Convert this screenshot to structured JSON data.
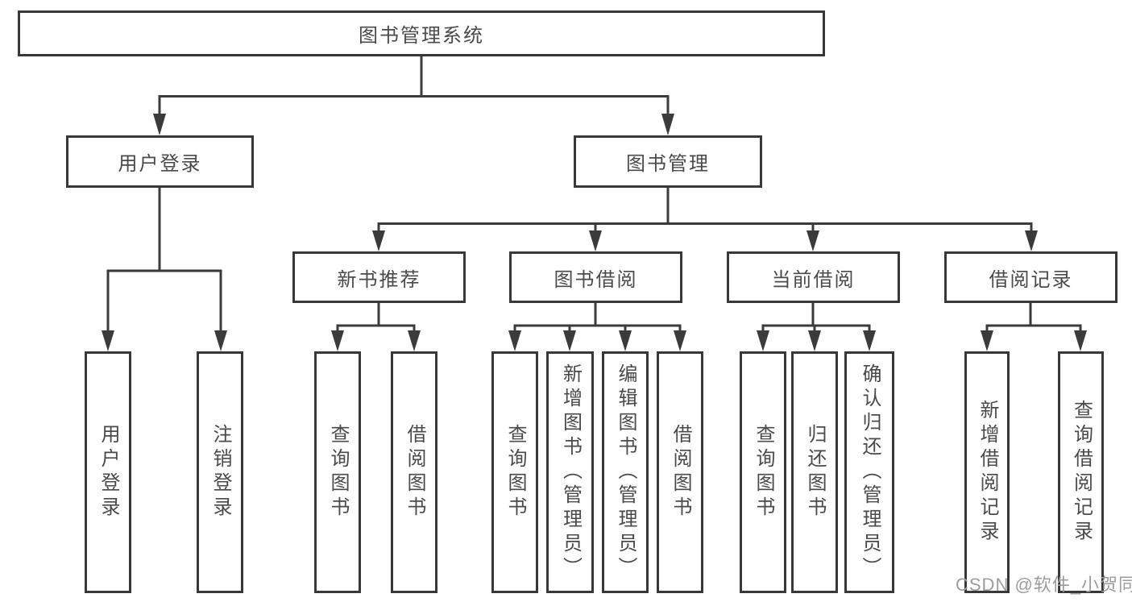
{
  "colors": {
    "line": "#3b3b3b",
    "box_border": "#383838",
    "label_text": "#4a4a4a",
    "watermark_text": "#9c9c9c",
    "background": "#ffffff"
  },
  "diagram": {
    "title": "图书管理系统",
    "branches": [
      {
        "label": "用户登录",
        "children": [
          {
            "label": "用户登录"
          },
          {
            "label": "注销登录"
          }
        ]
      },
      {
        "label": "图书管理",
        "children": [
          {
            "label": "新书推荐",
            "children": [
              {
                "label": "查询图书"
              },
              {
                "label": "借阅图书"
              }
            ]
          },
          {
            "label": "图书借阅",
            "children": [
              {
                "label": "查询图书"
              },
              {
                "label": "新增图书（管理员）"
              },
              {
                "label": "编辑图书（管理员）"
              },
              {
                "label": "借阅图书"
              }
            ]
          },
          {
            "label": "当前借阅",
            "children": [
              {
                "label": "查询图书"
              },
              {
                "label": "归还图书"
              },
              {
                "label": "确认归还（管理员）"
              }
            ]
          },
          {
            "label": "借阅记录",
            "children": [
              {
                "label": "新增借阅记录"
              },
              {
                "label": "查询借阅记录"
              }
            ]
          }
        ]
      }
    ]
  },
  "watermark": "CSDN @软件_小贺同学"
}
